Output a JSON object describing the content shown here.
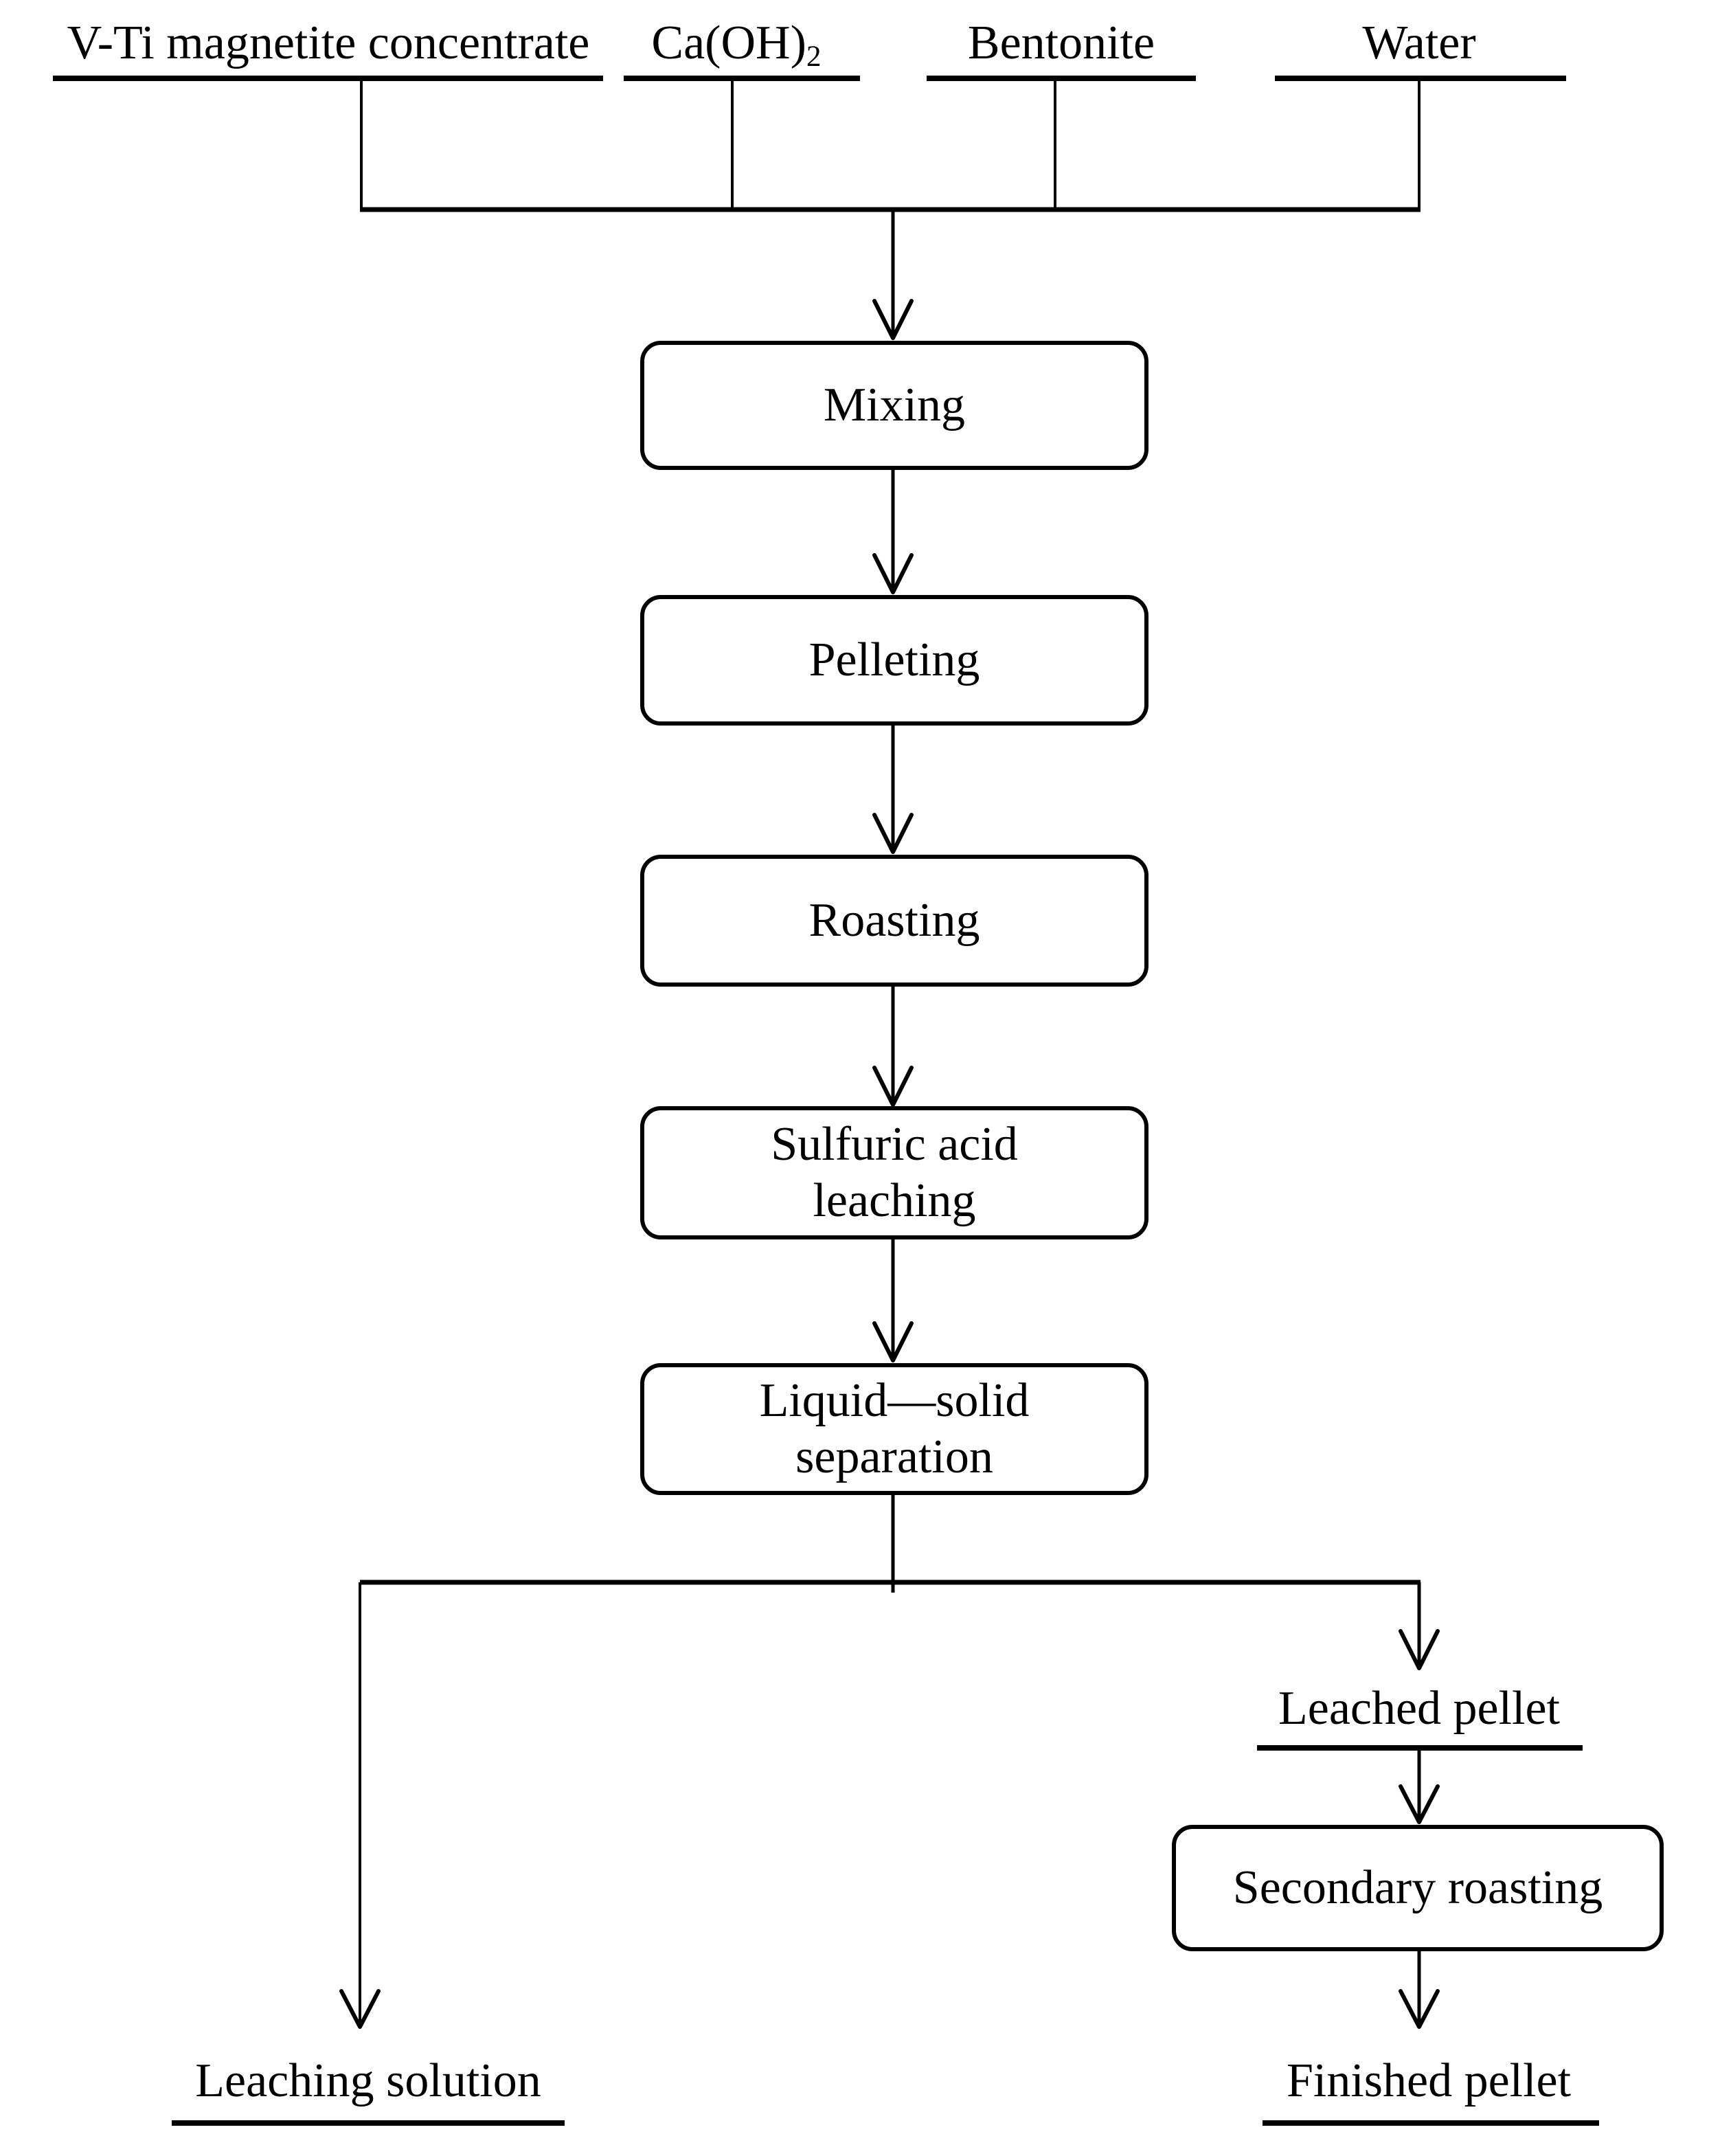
{
  "sources": {
    "vti": "V-Ti magnetite concentrate",
    "caoh_main": "Ca(OH)",
    "caoh_sub": "2",
    "bentonite": "Bentonite",
    "water": "Water"
  },
  "steps": {
    "mixing": "Mixing",
    "pelleting": "Pelleting",
    "roasting": "Roasting",
    "sulfuric_leaching": "Sulfuric acid\nleaching",
    "liquid_solid_separation": "Liquid—solid\nseparation",
    "secondary_roasting": "Secondary roasting"
  },
  "outputs": {
    "leached_pellet": "Leached pellet",
    "leaching_solution": "Leaching solution",
    "finished_pellet": "Finished pellet"
  },
  "colors": {
    "ink": "#000000",
    "background": "#ffffff"
  }
}
